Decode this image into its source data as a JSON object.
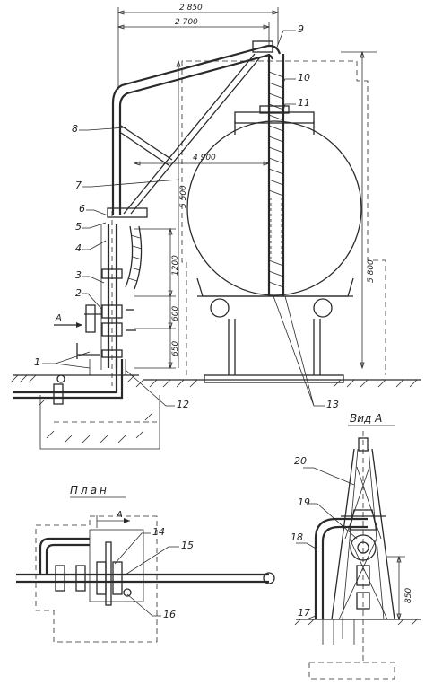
{
  "dimensions": {
    "d2850": "2 850",
    "d2700": "2 700",
    "d4900": "4 900",
    "d5500": "5 500",
    "d5800": "5 800",
    "d1200": "1200",
    "d600": "600",
    "d650": "650",
    "d850": "850"
  },
  "callouts": [
    "1",
    "2",
    "3",
    "4",
    "5",
    "6",
    "7",
    "8",
    "9",
    "10",
    "11",
    "12",
    "13",
    "14",
    "15",
    "16",
    "17",
    "18",
    "19",
    "20"
  ],
  "view_labels": {
    "arrow_a": "A",
    "plan_title": "План",
    "plan_a": "А",
    "view_a_title": "Вид А"
  }
}
